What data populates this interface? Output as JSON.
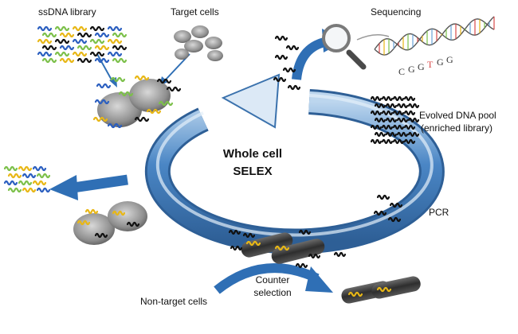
{
  "center": {
    "line1": "Whole cell",
    "line2": "SELEX"
  },
  "labels": {
    "ssdna_library": "ssDNA library",
    "target_cells": "Target cells",
    "sequencing": "Sequencing",
    "evolved_line1": "Evolved DNA pool",
    "evolved_line2": "(enriched library)",
    "pcr": "PCR",
    "counter_line1": "Counter",
    "counter_line2": "selection",
    "non_target_cells": "Non-target cells"
  },
  "sequence_letters": [
    "C",
    "G",
    "G",
    "T",
    "G",
    "G"
  ],
  "colors": {
    "ring": "#4a86c5",
    "ring_dark": "#2e5f96",
    "ring_light": "#bcd6ee",
    "arrow": "#2f6fb5",
    "strand_blue": "#2b5fc0",
    "strand_green": "#7cc04a",
    "strand_yellow": "#e8b716",
    "strand_black": "#111111",
    "cell_gray": "#8f8f8f",
    "bacteria_dark": "#3a3a3a",
    "letter_red": "#d94b4b"
  }
}
